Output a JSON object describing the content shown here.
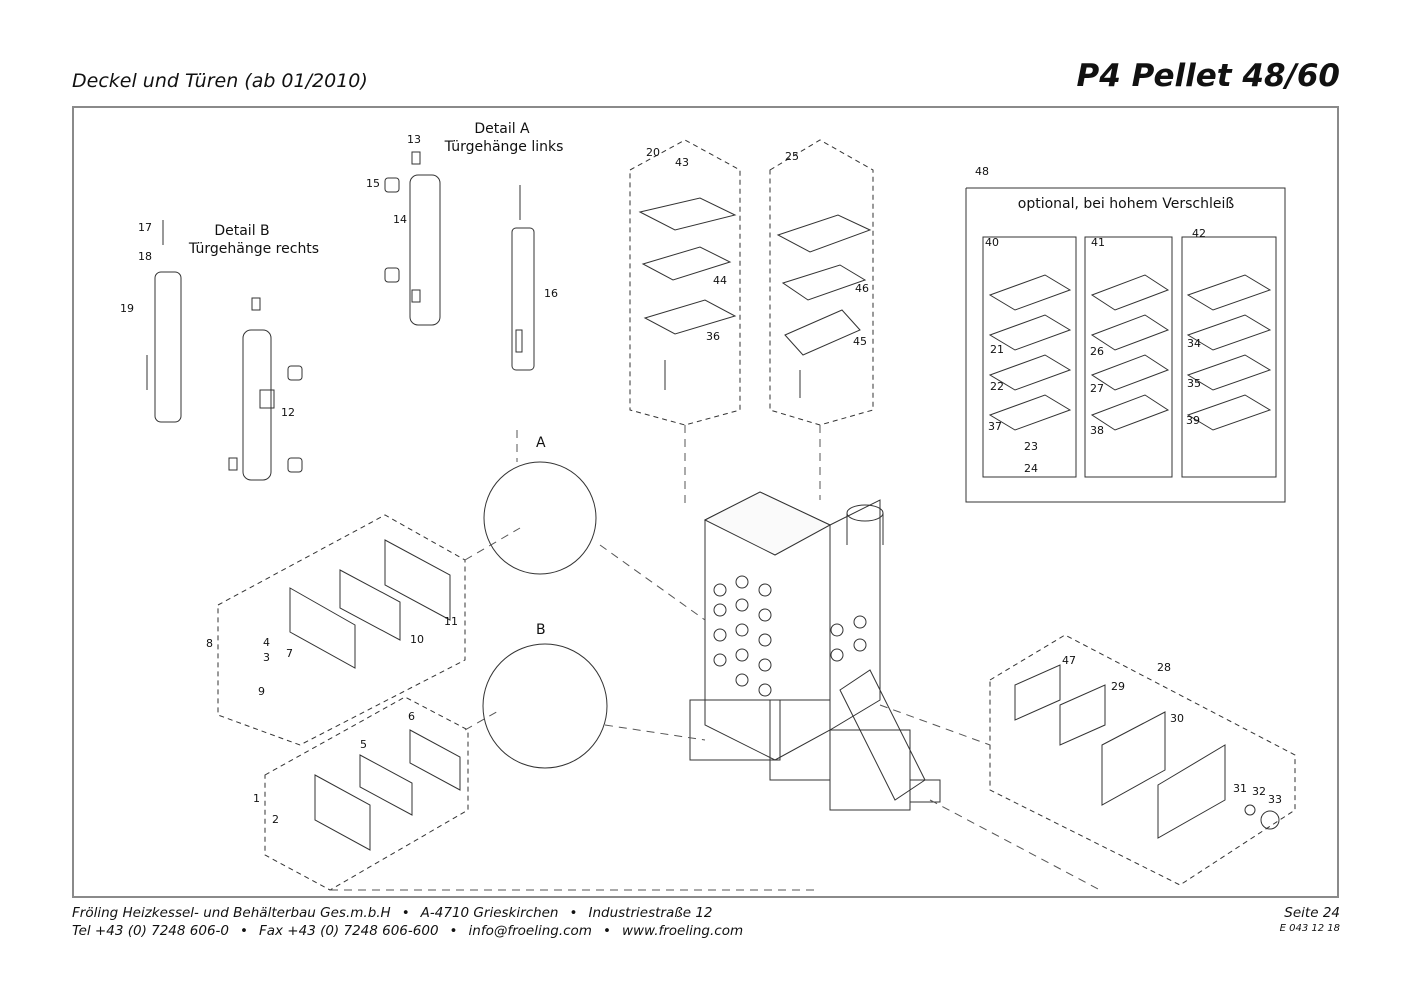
{
  "header": {
    "subtitle": "Deckel und Türen (ab 01/2010)",
    "title": "P4 Pellet 48/60"
  },
  "diagram": {
    "detail_a": {
      "title": "Detail A",
      "subtitle": "Türgehänge links"
    },
    "detail_b": {
      "title": "Detail B",
      "subtitle": "Türgehänge rechts"
    },
    "group48": {
      "number": "48",
      "caption": "optional, bei hohem Verschleiß"
    },
    "circle_a": "A",
    "circle_b": "B",
    "callouts": [
      "1",
      "2",
      "3",
      "4",
      "5",
      "6",
      "7",
      "8",
      "9",
      "10",
      "11",
      "12",
      "13",
      "14",
      "15",
      "16",
      "17",
      "18",
      "19",
      "20",
      "21",
      "22",
      "23",
      "24",
      "25",
      "26",
      "27",
      "28",
      "29",
      "30",
      "31",
      "32",
      "33",
      "34",
      "35",
      "36",
      "37",
      "38",
      "39",
      "40",
      "41",
      "42",
      "43",
      "44",
      "45",
      "46",
      "47",
      "48"
    ]
  },
  "footer": {
    "company": "Fröling Heizkessel- und Behälterbau Ges.m.b.H",
    "address": "A-4710 Grieskirchen",
    "street": "Industriestraße 12",
    "tel": "Tel +43 (0) 7248 606-0",
    "fax": "Fax +43 (0) 7248 606-600",
    "email": "info@froeling.com",
    "web": "www.froeling.com",
    "page": "Seite 24",
    "doc_code": "E 043 12 18"
  }
}
